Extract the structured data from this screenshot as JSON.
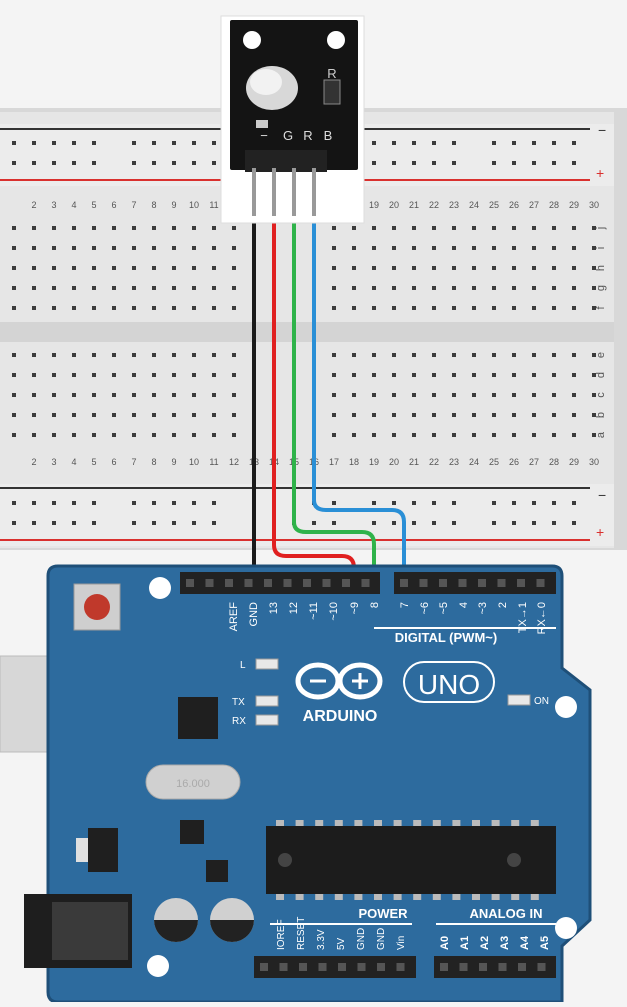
{
  "breadboard": {
    "rail_minus": "−",
    "rail_plus": "+",
    "top_rows": [
      "f",
      "g",
      "h",
      "i",
      "j"
    ],
    "bottom_rows": [
      "a",
      "b",
      "c",
      "d",
      "e"
    ],
    "columns": [
      "2",
      "3",
      "4",
      "5",
      "6",
      "7",
      "8",
      "9",
      "10",
      "11",
      "12",
      "13",
      "14",
      "15",
      "16",
      "17",
      "18",
      "19",
      "20",
      "21",
      "22",
      "23",
      "24",
      "25",
      "26",
      "27",
      "28",
      "29",
      "30"
    ]
  },
  "module": {
    "pin_labels": [
      "−",
      "G",
      "R",
      "B"
    ],
    "resistor_label": "R"
  },
  "board": {
    "brand": "ARDUINO",
    "model": "UNO",
    "digital_pins": [
      {
        "label": "AREF"
      },
      {
        "label": "GND"
      },
      {
        "label": "13"
      },
      {
        "label": "12"
      },
      {
        "label": "~11"
      },
      {
        "label": "~10"
      },
      {
        "label": "~9"
      },
      {
        "label": "8"
      },
      {
        "label": "7"
      },
      {
        "label": "~6"
      },
      {
        "label": "~5"
      },
      {
        "label": "4"
      },
      {
        "label": "~3"
      },
      {
        "label": "2"
      },
      {
        "label": "TX→1"
      },
      {
        "label": "RX←0"
      }
    ],
    "digital_header": "DIGITAL (PWM~)",
    "led_labels": {
      "l": "L",
      "tx": "TX",
      "rx": "RX",
      "on": "ON"
    },
    "power_header": "POWER",
    "power_pins": [
      "IOREF",
      "RESET",
      "3.3V",
      "5V",
      "GND",
      "GND",
      "Vin"
    ],
    "analog_header": "ANALOG IN",
    "analog_pins": [
      "A0",
      "A1",
      "A2",
      "A3",
      "A4",
      "A5"
    ],
    "crystal_text": "16.000"
  },
  "wires": [
    {
      "name": "gnd-wire",
      "color": "#1a1a1a"
    },
    {
      "name": "red-wire",
      "color": "#e02020"
    },
    {
      "name": "green-wire",
      "color": "#2fb34a"
    },
    {
      "name": "blue-wire",
      "color": "#2a8fd6"
    }
  ],
  "colors": {
    "board_blue": "#2d6b9e",
    "board_border": "#1e4f78",
    "breadboard": "#e3e3e3",
    "rail_red": "#d9302e"
  }
}
